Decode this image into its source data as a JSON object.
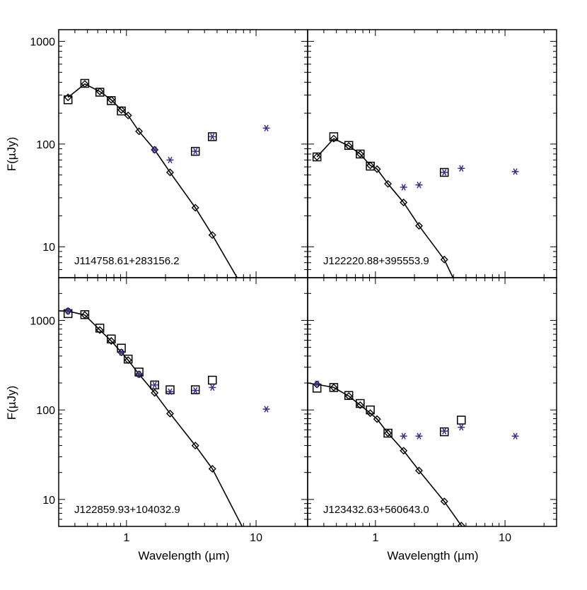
{
  "figure": {
    "xlabel": "Wavelength (µm)",
    "ylabel": "F(µJy)"
  },
  "chart_data": [
    {
      "type": "scatter",
      "panel": "top-left",
      "label": "J114758.61+283156.2",
      "x_scale": "log",
      "y_scale": "log",
      "xlim": [
        0.3,
        25
      ],
      "ylim": [
        5,
        1300
      ],
      "xticks": [],
      "yticks": [
        "10",
        "100",
        "1000"
      ],
      "series": [
        {
          "marker": "square",
          "points": [
            [
              0.354,
              270
            ],
            [
              0.477,
              390
            ],
            [
              0.623,
              320
            ],
            [
              0.763,
              265
            ],
            [
              0.913,
              210
            ],
            [
              3.4,
              85
            ],
            [
              4.6,
              118
            ]
          ]
        },
        {
          "marker": "diamond",
          "points": [
            [
              0.354,
              285
            ],
            [
              0.477,
              385
            ],
            [
              0.623,
              325
            ],
            [
              0.763,
              270
            ],
            [
              0.913,
              215
            ],
            [
              1.03,
              190
            ],
            [
              1.25,
              133
            ],
            [
              1.65,
              88
            ],
            [
              2.17,
              53
            ],
            [
              3.4,
              24
            ],
            [
              4.6,
              13
            ]
          ]
        },
        {
          "marker": "asterisk",
          "color": "#3b2f8f",
          "points": [
            [
              1.65,
              88
            ],
            [
              2.17,
              70
            ],
            [
              3.4,
              85
            ],
            [
              4.6,
              118
            ],
            [
              12,
              143
            ]
          ]
        },
        {
          "marker": "line",
          "points": [
            [
              0.354,
              285
            ],
            [
              0.477,
              385
            ],
            [
              0.623,
              325
            ],
            [
              0.763,
              270
            ],
            [
              0.913,
              215
            ],
            [
              1.03,
              190
            ],
            [
              1.25,
              133
            ],
            [
              1.65,
              88
            ],
            [
              2.17,
              53
            ],
            [
              3.4,
              24
            ],
            [
              4.6,
              13
            ],
            [
              7.5,
              4.5
            ]
          ]
        }
      ]
    },
    {
      "type": "scatter",
      "panel": "top-right",
      "label": "J122220.88+395553.9",
      "x_scale": "log",
      "y_scale": "log",
      "xlim": [
        0.3,
        25
      ],
      "ylim": [
        5,
        1300
      ],
      "xticks": [],
      "yticks": [],
      "series": [
        {
          "marker": "square",
          "points": [
            [
              0.354,
              75
            ],
            [
              0.477,
              118
            ],
            [
              0.623,
              97
            ],
            [
              0.763,
              80
            ],
            [
              0.913,
              61
            ],
            [
              3.4,
              53
            ]
          ]
        },
        {
          "marker": "diamond",
          "points": [
            [
              0.354,
              75
            ],
            [
              0.477,
              113
            ],
            [
              0.623,
              96
            ],
            [
              0.763,
              80
            ],
            [
              0.913,
              62
            ],
            [
              1.03,
              57
            ],
            [
              1.25,
              41
            ],
            [
              1.65,
              27
            ],
            [
              2.17,
              16
            ],
            [
              3.4,
              7.5
            ]
          ]
        },
        {
          "marker": "asterisk",
          "color": "#3b2f8f",
          "points": [
            [
              1.65,
              38
            ],
            [
              2.17,
              40
            ],
            [
              3.4,
              53
            ],
            [
              4.6,
              58
            ],
            [
              12,
              54
            ]
          ]
        },
        {
          "marker": "line",
          "points": [
            [
              0.354,
              75
            ],
            [
              0.477,
              113
            ],
            [
              0.623,
              96
            ],
            [
              0.763,
              80
            ],
            [
              0.913,
              62
            ],
            [
              1.03,
              57
            ],
            [
              1.25,
              41
            ],
            [
              1.65,
              27
            ],
            [
              2.17,
              16
            ],
            [
              3.4,
              7.5
            ],
            [
              4.1,
              4.6
            ]
          ]
        }
      ]
    },
    {
      "type": "scatter",
      "panel": "bottom-left",
      "label": "J122859.93+104032.9",
      "x_scale": "log",
      "y_scale": "log",
      "xlim": [
        0.3,
        25
      ],
      "ylim": [
        5,
        3000
      ],
      "xticks": [
        "1",
        "10"
      ],
      "yticks": [
        "10",
        "100",
        "1000"
      ],
      "series": [
        {
          "marker": "square",
          "points": [
            [
              0.354,
              1190
            ],
            [
              0.477,
              1160
            ],
            [
              0.623,
              820
            ],
            [
              0.763,
              620
            ],
            [
              0.913,
              490
            ],
            [
              1.03,
              370
            ],
            [
              1.25,
              265
            ],
            [
              1.65,
              190
            ],
            [
              2.17,
              168
            ],
            [
              3.4,
              168
            ],
            [
              4.6,
              215
            ]
          ]
        },
        {
          "marker": "diamond",
          "points": [
            [
              0.354,
              1270
            ],
            [
              0.477,
              1150
            ],
            [
              0.623,
              780
            ],
            [
              0.763,
              590
            ],
            [
              0.913,
              440
            ],
            [
              1.03,
              360
            ],
            [
              1.25,
              250
            ],
            [
              1.65,
              155
            ],
            [
              2.17,
              91
            ],
            [
              3.4,
              40
            ],
            [
              4.6,
              22
            ]
          ]
        },
        {
          "marker": "asterisk",
          "color": "#3b2f8f",
          "points": [
            [
              0.354,
              1270
            ],
            [
              0.913,
              440
            ],
            [
              1.25,
              250
            ],
            [
              1.65,
              190
            ],
            [
              2.17,
              160
            ],
            [
              3.4,
              165
            ],
            [
              4.6,
              178
            ],
            [
              12,
              102
            ]
          ]
        },
        {
          "marker": "line",
          "points": [
            [
              0.3,
              1280
            ],
            [
              0.354,
              1270
            ],
            [
              0.477,
              1150
            ],
            [
              0.623,
              780
            ],
            [
              0.763,
              590
            ],
            [
              0.913,
              440
            ],
            [
              1.03,
              360
            ],
            [
              1.25,
              250
            ],
            [
              1.65,
              155
            ],
            [
              2.17,
              91
            ],
            [
              3.4,
              40
            ],
            [
              4.6,
              22
            ],
            [
              7.8,
              5
            ]
          ]
        }
      ]
    },
    {
      "type": "scatter",
      "panel": "bottom-right",
      "label": "J123432.63+560643.0",
      "x_scale": "log",
      "y_scale": "log",
      "xlim": [
        0.3,
        25
      ],
      "ylim": [
        5,
        3000
      ],
      "xticks": [
        "1",
        "10"
      ],
      "yticks": [],
      "series": [
        {
          "marker": "square",
          "points": [
            [
              0.354,
              175
            ],
            [
              0.477,
              178
            ],
            [
              0.623,
              145
            ],
            [
              0.763,
              118
            ],
            [
              0.913,
              100
            ],
            [
              1.25,
              55
            ],
            [
              3.4,
              57
            ],
            [
              4.6,
              77
            ]
          ]
        },
        {
          "marker": "diamond",
          "points": [
            [
              0.354,
              193
            ],
            [
              0.477,
              178
            ],
            [
              0.623,
              143
            ],
            [
              0.763,
              113
            ],
            [
              0.913,
              92
            ],
            [
              1.03,
              79
            ],
            [
              1.25,
              55
            ],
            [
              1.65,
              35
            ],
            [
              2.17,
              21
            ],
            [
              3.4,
              9.5
            ],
            [
              4.6,
              5.1
            ]
          ]
        },
        {
          "marker": "asterisk",
          "color": "#3b2f8f",
          "points": [
            [
              0.354,
              195
            ],
            [
              1.65,
              51
            ],
            [
              2.17,
              51
            ],
            [
              3.4,
              58
            ],
            [
              4.6,
              64
            ],
            [
              12,
              51
            ]
          ]
        },
        {
          "marker": "line",
          "points": [
            [
              0.3,
              200
            ],
            [
              0.354,
              193
            ],
            [
              0.477,
              178
            ],
            [
              0.623,
              143
            ],
            [
              0.763,
              113
            ],
            [
              0.913,
              92
            ],
            [
              1.03,
              79
            ],
            [
              1.25,
              55
            ],
            [
              1.65,
              35
            ],
            [
              2.17,
              21
            ],
            [
              3.4,
              9.5
            ],
            [
              4.6,
              5.1
            ],
            [
              4.9,
              4.6
            ]
          ]
        }
      ]
    }
  ]
}
